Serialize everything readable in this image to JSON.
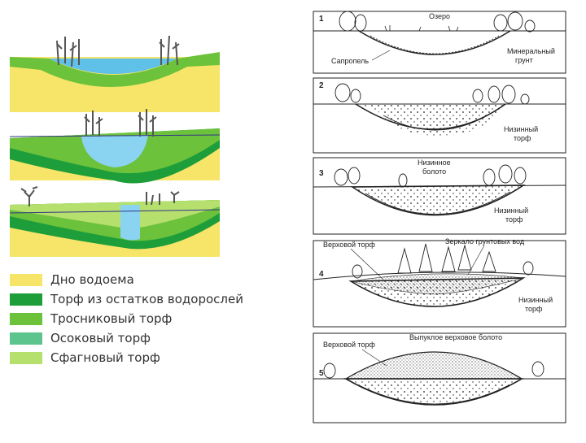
{
  "colors": {
    "sky_water": "#5fc0e8",
    "water": "#8ad4f2",
    "sand": "#f7e56a",
    "algae_peat": "#1e9e3a",
    "reed_peat": "#6cc23a",
    "sedge_peat": "#5cc48c",
    "sphagnum_peat": "#b5e06e",
    "trunk": "#555555"
  },
  "legend": [
    {
      "label": "Дно водоема",
      "color": "#f7e56a"
    },
    {
      "label": "Торф из остатков водорослей",
      "color": "#1e9e3a"
    },
    {
      "label": "Тросниковый торф",
      "color": "#6cc23a"
    },
    {
      "label": "Осоковый торф",
      "color": "#5cc48c"
    },
    {
      "label": "Сфагновый торф",
      "color": "#b5e06e"
    }
  ],
  "stages": [
    {
      "number": "1",
      "labels": [
        "Озеро",
        "Сапропель",
        "Минеральный",
        "грунт"
      ]
    },
    {
      "number": "2",
      "labels": [
        "Низинный",
        "торф"
      ]
    },
    {
      "number": "3",
      "labels": [
        "Низинное",
        "болото",
        "Низинный",
        "торф"
      ]
    },
    {
      "number": "4",
      "labels": [
        "Верховой торф",
        "Зеркало грунтовых вод",
        "Низинный",
        "торф"
      ]
    },
    {
      "number": "5",
      "labels": [
        "Верховой торф",
        "Выпуклое верховое болото"
      ]
    }
  ]
}
